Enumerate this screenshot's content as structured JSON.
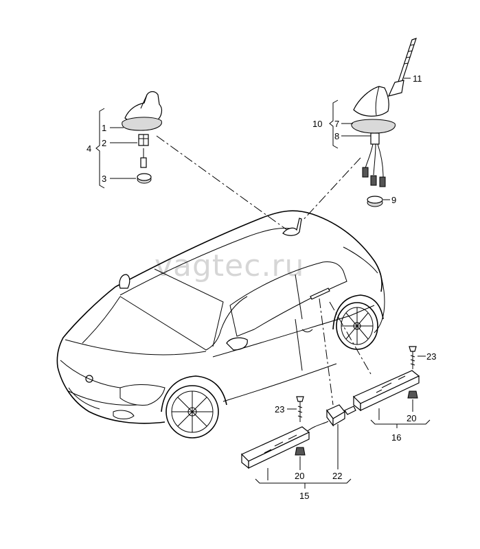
{
  "watermark": "vagtec.ru",
  "callouts": {
    "c1": "1",
    "c2": "2",
    "c3": "3",
    "c4": "4",
    "c7": "7",
    "c8": "8",
    "c9": "9",
    "c10": "10",
    "c11": "11",
    "c15": "15",
    "c16": "16",
    "c20a": "20",
    "c20b": "20",
    "c22": "22",
    "c23a": "23",
    "c23b": "23"
  }
}
